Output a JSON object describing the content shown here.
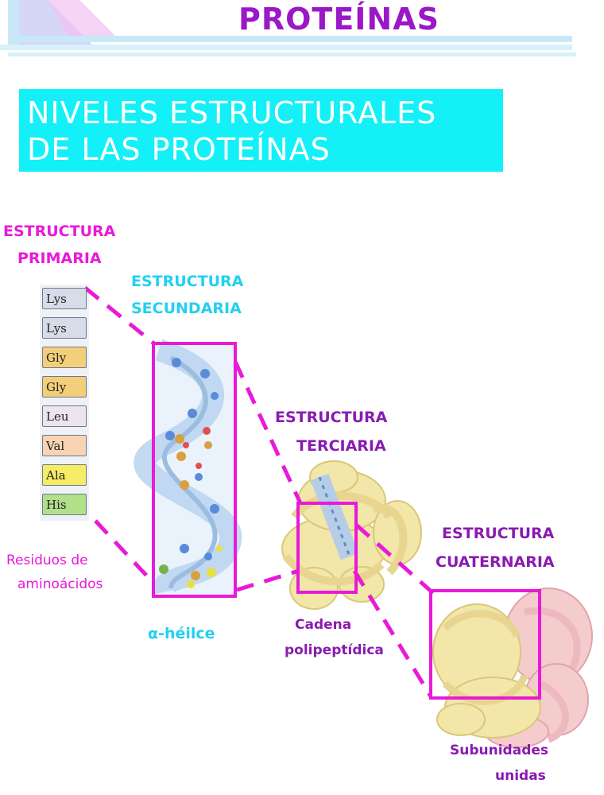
{
  "header": {
    "title": "PROTEÍNAS"
  },
  "banner": {
    "line1": "NIVELES ESTRUCTURALES",
    "line2": "DE LAS PROTEÍNAS"
  },
  "levels": {
    "primary": {
      "line1": "ESTRUCTURA",
      "line2": "PRIMARIA"
    },
    "secondary": {
      "line1": "ESTRUCTURA",
      "line2": "SECUNDARIA"
    },
    "tertiary": {
      "line1": "ESTRUCTURA",
      "line2": "TERCIARIA"
    },
    "quaternary": {
      "line1": "ESTRUCTURA",
      "line2": "CUATERNARIA"
    }
  },
  "residues": [
    {
      "label": "Lys",
      "color": "#d6dce8"
    },
    {
      "label": "Lys",
      "color": "#d6dce8"
    },
    {
      "label": "Gly",
      "color": "#f4cf7a"
    },
    {
      "label": "Gly",
      "color": "#f4cf7a"
    },
    {
      "label": "Leu",
      "color": "#eee4f0"
    },
    {
      "label": "Val",
      "color": "#f8d4b4"
    },
    {
      "label": "Ala",
      "color": "#f6ec66"
    },
    {
      "label": "His",
      "color": "#b2e08a"
    }
  ],
  "captions": {
    "residues_line1": "Residuos de",
    "residues_line2": "aminoácidos",
    "helix": "α-héilce",
    "chain_line1": "Cadena",
    "chain_line2": "polipeptídica",
    "subunits_line1": "Subunidades",
    "subunits_line2": "unidas"
  },
  "colors": {
    "accent_magenta": "#e81ad8",
    "title_purple": "#9a18c8",
    "banner_cyan": "#14f0f8",
    "label_cyan": "#22d0f0",
    "label_purple": "#8a1ab0"
  }
}
